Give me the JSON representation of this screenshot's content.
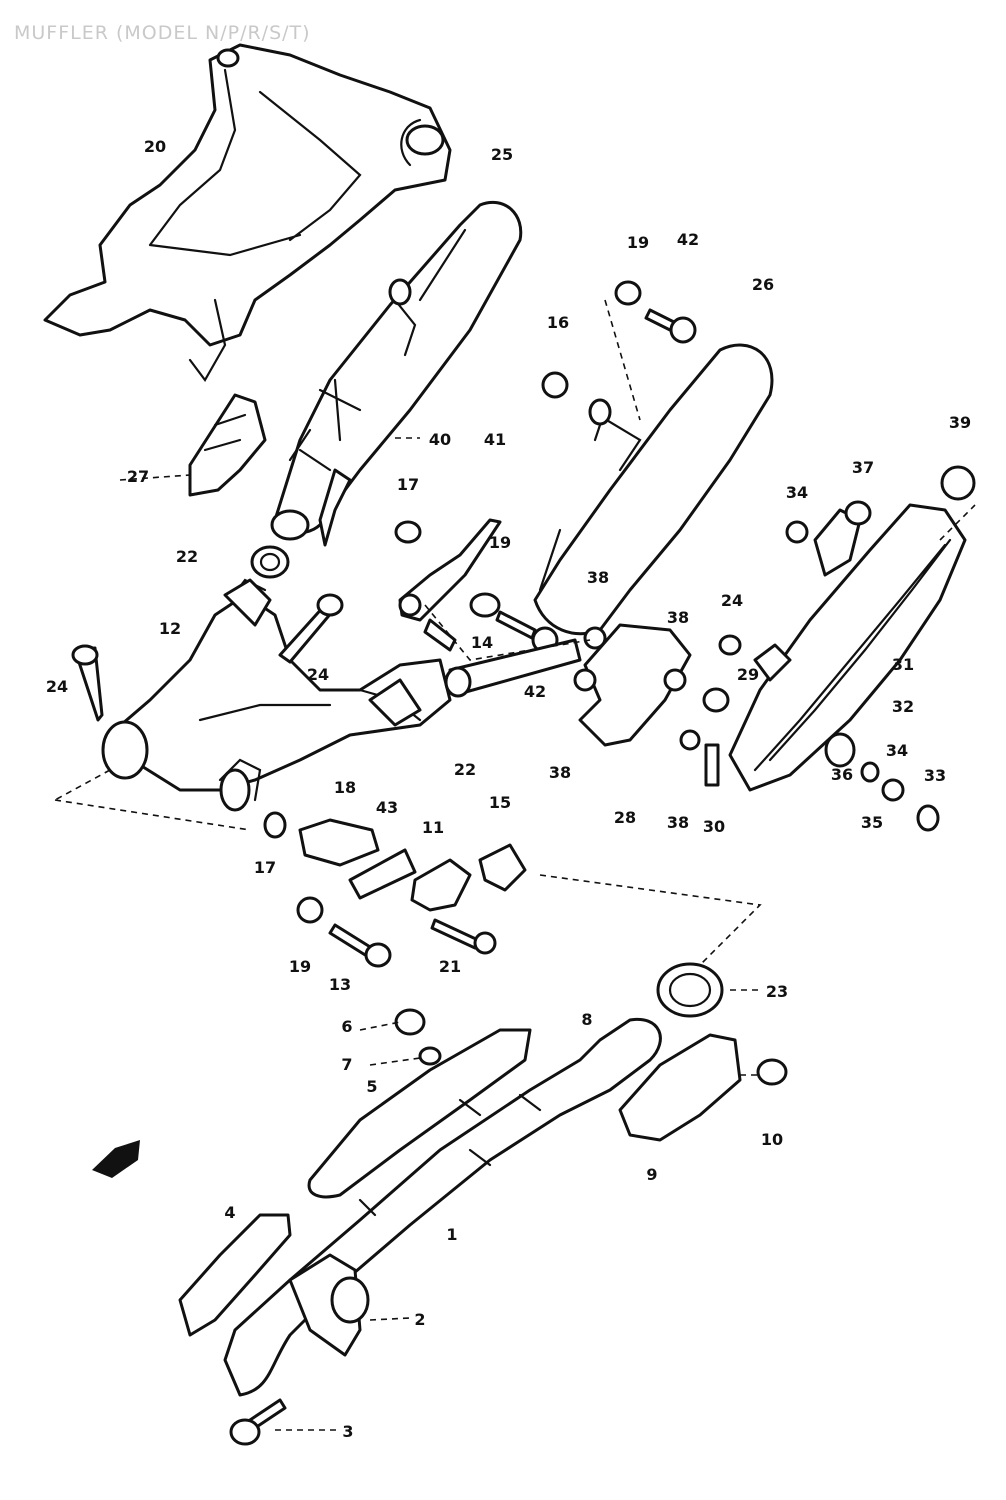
{
  "title": "MUFFLER (MODEL N/P/R/S/T)",
  "callouts": [
    {
      "id": "c20",
      "text": "20"
    },
    {
      "id": "c25",
      "text": "25"
    },
    {
      "id": "c19a",
      "text": "19"
    },
    {
      "id": "c42a",
      "text": "42"
    },
    {
      "id": "c26",
      "text": "26"
    },
    {
      "id": "c16",
      "text": "16"
    },
    {
      "id": "c27",
      "text": "27"
    },
    {
      "id": "c40",
      "text": "40"
    },
    {
      "id": "c41",
      "text": "41"
    },
    {
      "id": "c17a",
      "text": "17"
    },
    {
      "id": "c39",
      "text": "39"
    },
    {
      "id": "c37",
      "text": "37"
    },
    {
      "id": "c34a",
      "text": "34"
    },
    {
      "id": "c22a",
      "text": "22"
    },
    {
      "id": "c19b",
      "text": "19"
    },
    {
      "id": "c38a",
      "text": "38"
    },
    {
      "id": "c12",
      "text": "12"
    },
    {
      "id": "c24a",
      "text": "24"
    },
    {
      "id": "c14",
      "text": "14"
    },
    {
      "id": "c24b",
      "text": "24"
    },
    {
      "id": "c38b",
      "text": "38"
    },
    {
      "id": "c24c",
      "text": "24"
    },
    {
      "id": "c42b",
      "text": "42"
    },
    {
      "id": "c29",
      "text": "29"
    },
    {
      "id": "c31",
      "text": "31"
    },
    {
      "id": "c32",
      "text": "32"
    },
    {
      "id": "c22b",
      "text": "22"
    },
    {
      "id": "c38c",
      "text": "38"
    },
    {
      "id": "c38d",
      "text": "38"
    },
    {
      "id": "c28",
      "text": "28"
    },
    {
      "id": "c30",
      "text": "30"
    },
    {
      "id": "c36",
      "text": "36"
    },
    {
      "id": "c34b",
      "text": "34"
    },
    {
      "id": "c35",
      "text": "35"
    },
    {
      "id": "c33",
      "text": "33"
    },
    {
      "id": "c18",
      "text": "18"
    },
    {
      "id": "c43",
      "text": "43"
    },
    {
      "id": "c11",
      "text": "11"
    },
    {
      "id": "c15",
      "text": "15"
    },
    {
      "id": "c17b",
      "text": "17"
    },
    {
      "id": "c19c",
      "text": "19"
    },
    {
      "id": "c13",
      "text": "13"
    },
    {
      "id": "c21",
      "text": "21"
    },
    {
      "id": "c23",
      "text": "23"
    },
    {
      "id": "c6",
      "text": "6"
    },
    {
      "id": "c8a",
      "text": "8"
    },
    {
      "id": "c7",
      "text": "7"
    },
    {
      "id": "c5",
      "text": "5"
    },
    {
      "id": "c10",
      "text": "10"
    },
    {
      "id": "c9",
      "text": "9"
    },
    {
      "id": "c1",
      "text": "1"
    },
    {
      "id": "c4",
      "text": "4"
    },
    {
      "id": "c2",
      "text": "2"
    },
    {
      "id": "c3",
      "text": "3"
    }
  ]
}
